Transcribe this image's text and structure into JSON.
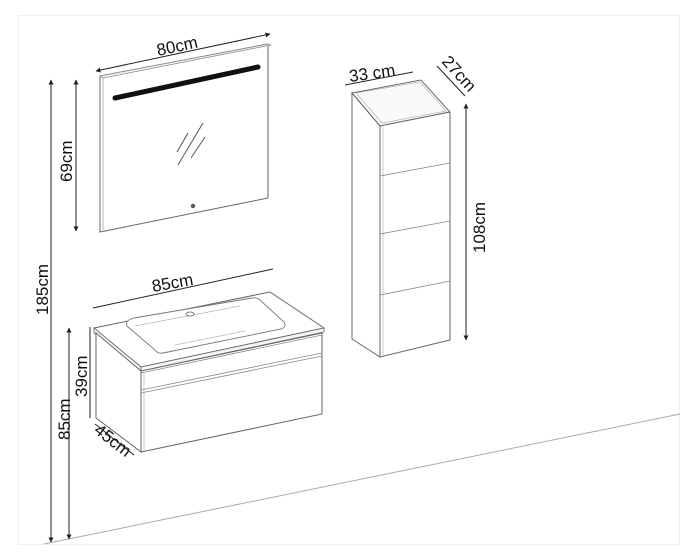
{
  "diagram": {
    "type": "bathroom-furniture-dimension-drawing",
    "colors": {
      "line": "#555555",
      "dim_line": "#222222",
      "led_strip": "#111111",
      "floor_line": "#aaaaaa",
      "frame_border": "#eeeef8"
    },
    "mirror": {
      "width_label": "80cm",
      "height_label": "69cm",
      "icons": [
        "led-light-strip-icon",
        "mirror-reflection-icon",
        "touch-sensor-icon"
      ]
    },
    "tall_cabinet": {
      "width_label": "33 cm",
      "depth_label": "27cm",
      "height_label": "108cm",
      "door_panels": 4
    },
    "vanity": {
      "width_label": "85cm",
      "height_label": "39cm",
      "depth_label": "45cm",
      "floor_height_label": "85cm",
      "drawers": 2
    },
    "overall": {
      "total_height_label": "185cm"
    }
  }
}
